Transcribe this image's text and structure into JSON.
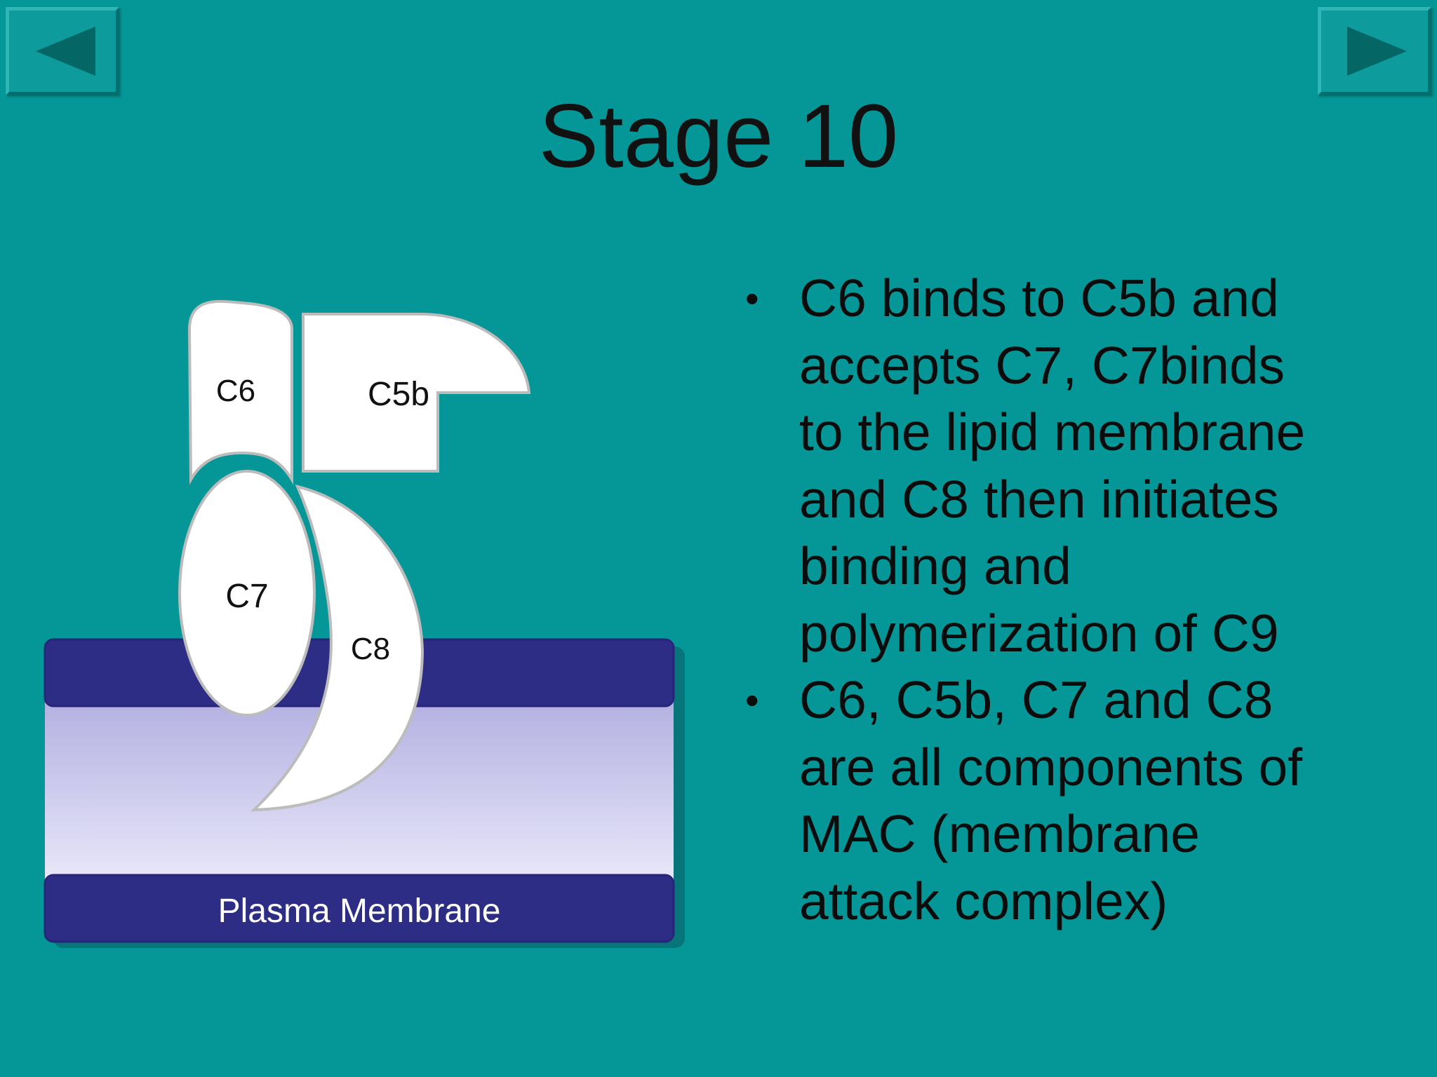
{
  "slide": {
    "title": "Stage 10",
    "colors": {
      "background": "#059797",
      "membrane_band": "#2e2d86",
      "membrane_inner_top": "#b4b1e2",
      "membrane_inner_bottom": "#ebeafa",
      "protein_fill": "#ffffff",
      "protein_stroke": "#bcbcbc"
    },
    "nav": {
      "prev_icon": "triangle-left-icon",
      "next_icon": "triangle-right-icon"
    }
  },
  "diagram": {
    "labels": {
      "c6": "C6",
      "c5b": "C5b",
      "c7": "C7",
      "c8": "C8",
      "membrane": "Plasma Membrane"
    }
  },
  "bullets": [
    {
      "lines": [
        "C6 binds to C5b and",
        "accepts C7, C7binds",
        "to the lipid membrane",
        "and C8 then initiates",
        "binding and",
        "polymerization of C9"
      ]
    },
    {
      "lines": [
        "C6, C5b, C7 and C8",
        "are all components of",
        "MAC (membrane",
        "attack complex)"
      ]
    }
  ]
}
